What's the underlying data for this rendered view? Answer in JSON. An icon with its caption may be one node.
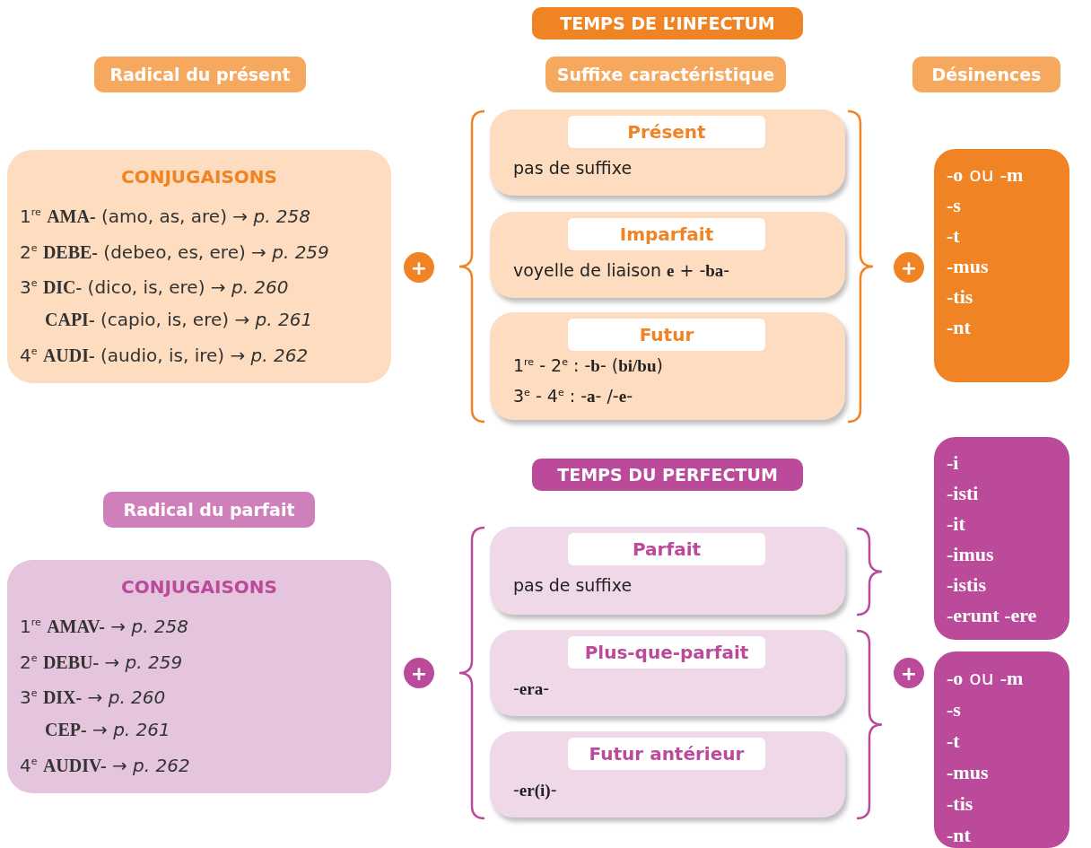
{
  "diagram": {
    "nodes": [
      {
        "text": [
          "TEMPS DE L’INFECTUM"
        ]
      },
      {
        "text": [
          "Radical du présent"
        ]
      },
      {
        "text": [
          "Suffixe caractéristique"
        ]
      },
      {
        "text": [
          "Désinences"
        ]
      },
      {
        "text": [
          "CONJUGAISONS",
          "1$^{re}$ **AMA-** (amo, as, are) → *p. 258*",
          "2$^{e}$ **DEBE-** (debeo, es, ere) → *p. 259*",
          "3$^{e}$ **DIC-** (dico, is, ere) → *p. 260*",
          "**CAPI-** (capio, is, ere) → *p. 261*",
          "4$^{e}$ **AUDI-** (audio, is, ire) → *p. 262*"
        ]
      },
      {
        "text": [
          "+"
        ]
      },
      {
        "text": [
          "Présent",
          "pas de suffixe"
        ]
      },
      {
        "text": [
          "Imparfait",
          "voyelle de liaison **e**  +  -**ba**-"
        ]
      },
      {
        "text": [
          "Futur",
          "1$^{re}$ - 2$^{e}$ : -**b**- (**bi/bu**)",
          "3$^{e}$ - 4$^{e}$ : -**a**- /-**e**-"
        ]
      },
      {
        "text": [
          "+"
        ]
      },
      {
        "text": [
          "**-o** ou **-m**",
          "**-s**",
          "**-t**",
          "**-mus**",
          "**-tis**",
          "**-nt**"
        ]
      },
      {
        "text": [
          "TEMPS DU PERFECTUM"
        ]
      },
      {
        "text": [
          "Radical du parfait"
        ]
      },
      {
        "text": [
          "CONJUGAISONS",
          "1$^{re}$ **AMAV-** → *p. 258*",
          "2$^{e}$ **DEBU-** → *p. 259*",
          "3$^{e}$ **DIX-** → *p. 260*",
          "**CEP-** → *p. 261*",
          "4$^{e}$ **AUDIV-** → *p. 262*"
        ]
      },
      {
        "text": [
          "+"
        ]
      },
      {
        "text": [
          "Parfait",
          "pas de suffixe"
        ]
      },
      {
        "text": [
          "Plus-que-parfait",
          "-**era**-"
        ]
      },
      {
        "text": [
          "Futur antérieur",
          "-**er(i)**-"
        ]
      },
      {
        "text": [
          "**-i**",
          "**-isti**",
          "**-it**",
          "**-imus**",
          "**-istis**",
          "**-erunt -ere**"
        ]
      },
      {
        "text": [
          "+"
        ]
      },
      {
        "text": [
          "**-o** ou **-m**",
          "**-s**",
          "**-t**",
          "**-mus**",
          "**-tis**",
          "**-nt**"
        ]
      }
    ]
  }
}
